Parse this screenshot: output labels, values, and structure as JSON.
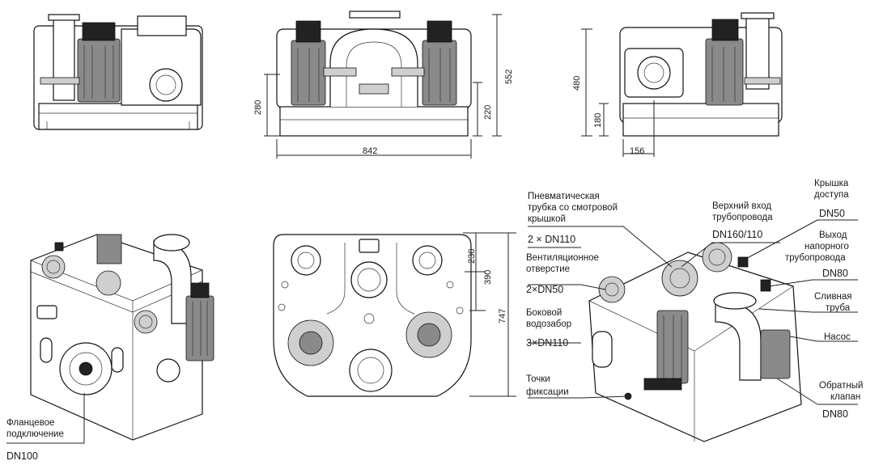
{
  "dimensions": {
    "front_height_total": "552",
    "front_height_inlet": "280",
    "front_height_outlet": "220",
    "front_width": "842",
    "side_height": "480",
    "side_inlet_height": "180",
    "side_inlet_offset": "156",
    "top_dim_230": "230",
    "top_dim_390": "390",
    "top_dim_747": "747"
  },
  "labels": {
    "flange_l1": "Фланцевое",
    "flange_l2": "подключение",
    "flange_dn": "DN100",
    "pneumatic_l1": "Пневматическая",
    "pneumatic_l2": "трубка со смотровой",
    "pneumatic_l3": "крышкой",
    "pneumatic_dn": "2 × DN110",
    "vent_l1": "Вентиляционное",
    "vent_l2": "отверстие",
    "vent_dn": "2×DN50",
    "side_l1": "Боковой",
    "side_l2": "водозабор",
    "side_dn": "3×DN110",
    "fix_l1": "Точки",
    "fix_l2": "фиксации",
    "top_inlet_l1": "Верхний вход",
    "top_inlet_l2": "трубопровода",
    "top_inlet_dn": "DN160/110",
    "cover_l1": "Крышка",
    "cover_l2": "доступа",
    "cover_dn": "DN50",
    "outlet_l1": "Выход",
    "outlet_l2": "напорного",
    "outlet_l3": "трубопровода",
    "outlet_dn": "DN80",
    "drain_l1": "Сливная",
    "drain_l2": "труба",
    "pump": "Насос",
    "check_l1": "Обратный",
    "check_l2": "клапан",
    "check_dn": "DN80"
  }
}
